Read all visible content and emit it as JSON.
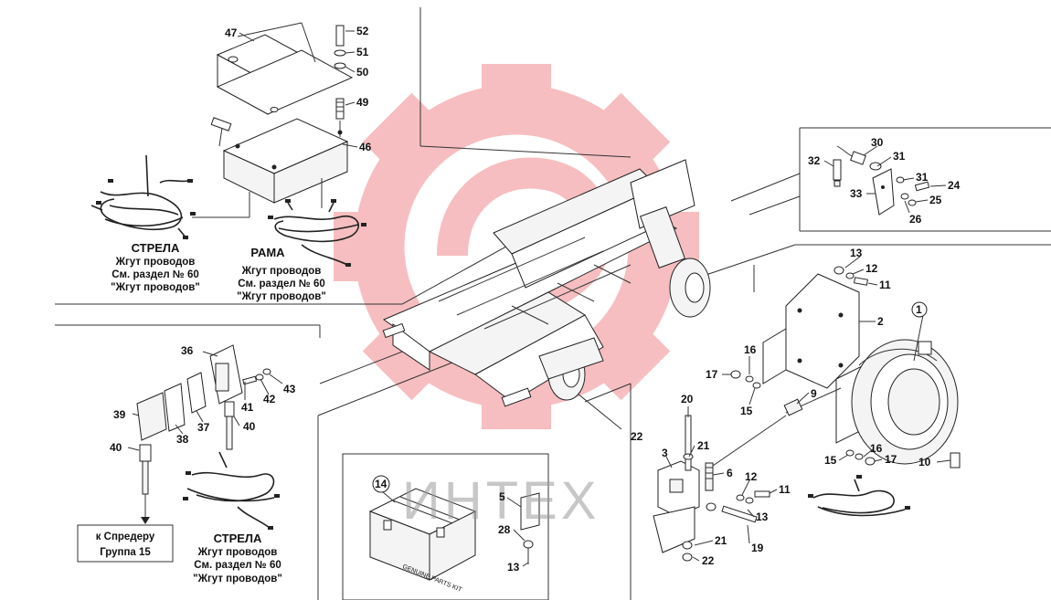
{
  "watermark": {
    "text": "ИНТЕХ",
    "color": "#f08a8e"
  },
  "callouts": {
    "c47": "47",
    "c52": "52",
    "c51": "51",
    "c50": "50",
    "c49": "49",
    "c46": "46",
    "c30": "30",
    "c31a": "31",
    "c32": "32",
    "c31b": "31",
    "c24": "24",
    "c33": "33",
    "c25": "25",
    "c26": "26",
    "c13a": "13",
    "c12a": "12",
    "c11a": "11",
    "c2": "2",
    "c1": "1",
    "c16a": "16",
    "c17a": "17",
    "c15a": "15",
    "c9": "9",
    "c36": "36",
    "c41": "41",
    "c42": "42",
    "c43": "43",
    "c39": "39",
    "c38": "38",
    "c37": "37",
    "c40a": "40",
    "c40b": "40",
    "c20": "20",
    "c21a": "21",
    "c3": "3",
    "c6": "6",
    "c12b": "12",
    "c11b": "11",
    "c13b": "13",
    "c21b": "21",
    "c19": "19",
    "c22a": "22",
    "c22b": "22",
    "c15b": "15",
    "c16b": "16",
    "c17b": "17",
    "c10": "10",
    "c14": "14",
    "c5": "5",
    "c28": "28",
    "c13c": "13"
  },
  "captions": {
    "strela_top": {
      "title": "СТРЕЛА",
      "line1": "Жгут проводов",
      "line2": "См. раздел № 60",
      "line3": "\"Жгут проводов\""
    },
    "rama": {
      "title": "РАМА",
      "line1": "Жгут проводов",
      "line2": "См. раздел № 60",
      "line3": "\"Жгут проводов\""
    },
    "strela_bottom": {
      "title": "СТРЕЛА",
      "line1": "Жгут проводов",
      "line2": "См. раздел № 60",
      "line3": "\"Жгут проводов\""
    },
    "spreader": {
      "line1": "к Спредеру",
      "line2": "Группа 15"
    }
  },
  "kit_box": {
    "label": "GENUINE PARTS KIT"
  }
}
